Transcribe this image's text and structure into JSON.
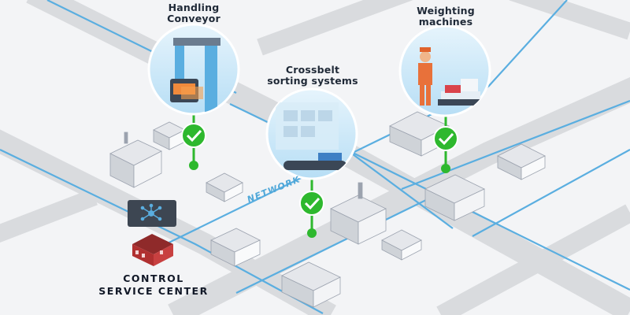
{
  "labels": {
    "handling": "Handling\nConveyor",
    "crossbelt": "Crossbelt\nsorting systems",
    "weighting": "Weighting\nmachines",
    "network": "NETWORK",
    "control": "CONTROL\nSERVICE CENTER"
  },
  "colors": {
    "background": "#f3f4f6",
    "road": "#d7d9dc",
    "network_line": "#5aaee0",
    "status_ok": "#2eb82e",
    "bubble": "#cfe9f8",
    "control_building": "#b03030"
  },
  "icons": {
    "status": "check-circle-icon",
    "control_screen": "network-hub-icon"
  }
}
